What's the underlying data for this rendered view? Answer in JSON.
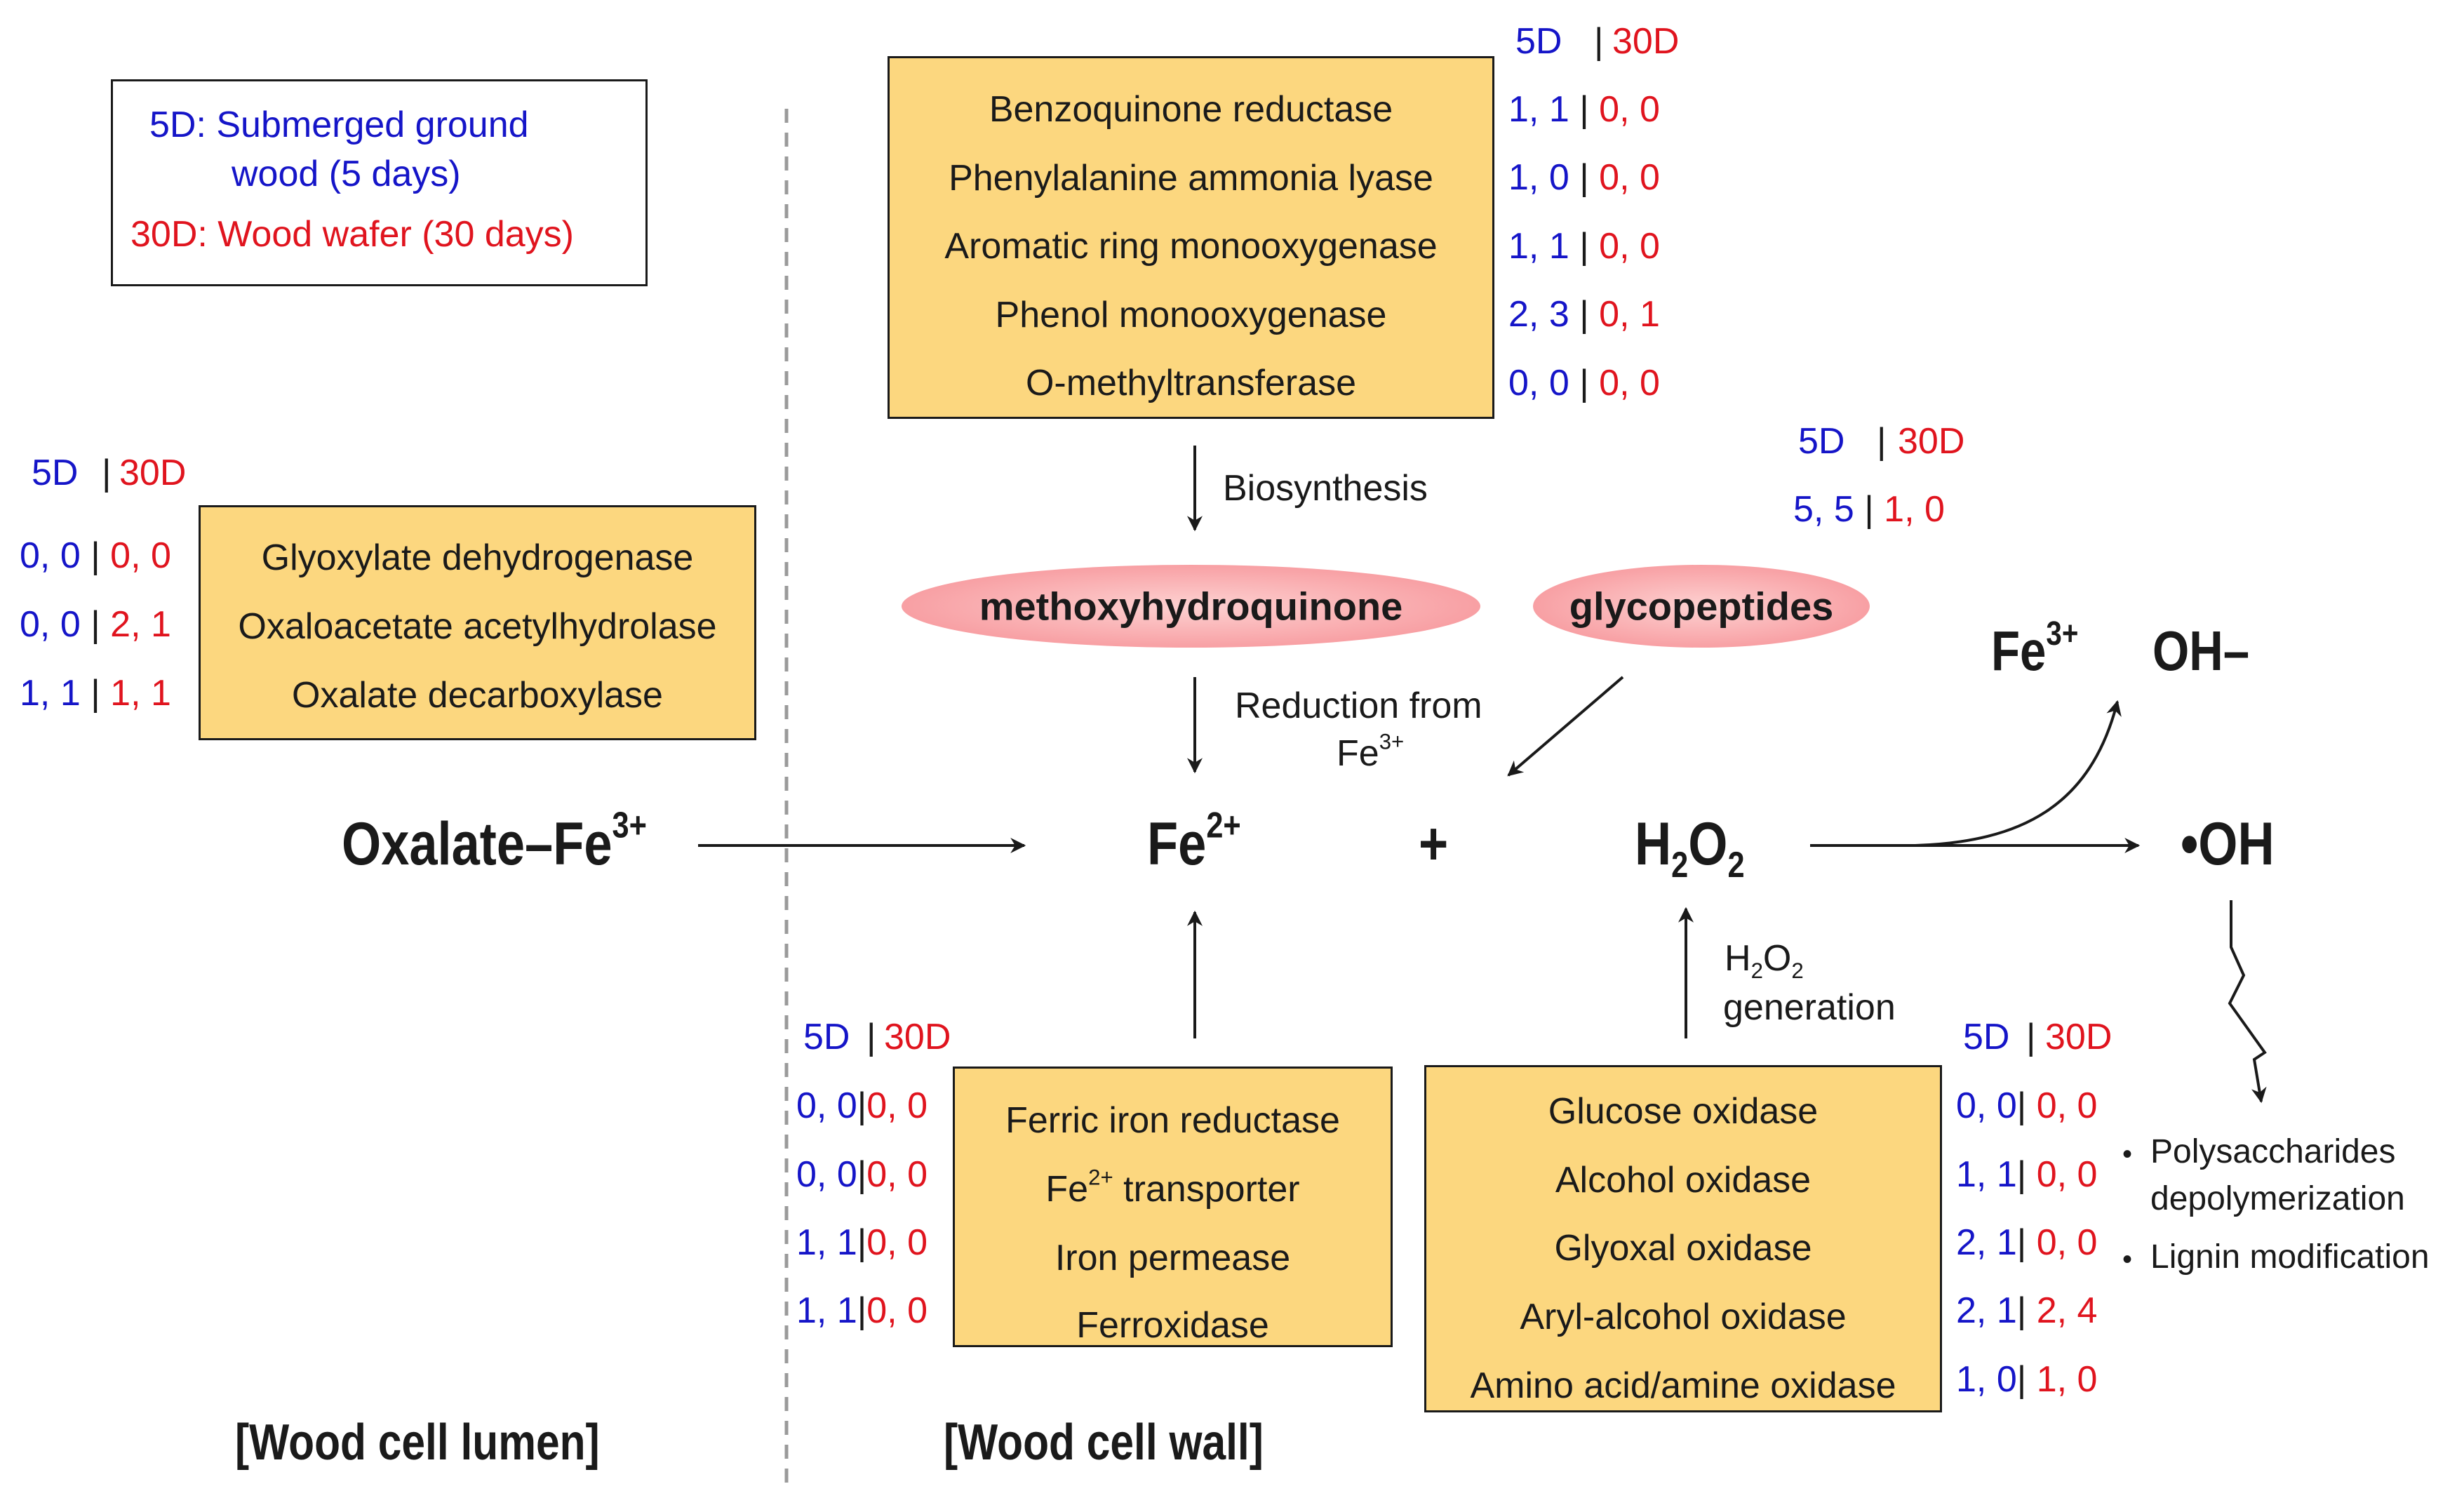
{
  "legend": {
    "line1": "5D: Submerged ground",
    "line2": "wood (5 days)",
    "line3": "30D: Wood wafer (30 days)"
  },
  "headers": {
    "d5": "5D",
    "d30": "30D",
    "sep": "|"
  },
  "colors": {
    "d5": "#1515c8",
    "d30": "#e0141e",
    "enzyme_box": "#fcd77f",
    "ellipse": "#f8a0a4"
  },
  "quinone_box": {
    "rows": [
      {
        "name": "Benzoquinone reductase",
        "d5": "1, 1",
        "d30": "0, 0"
      },
      {
        "name": "Phenylalanine ammonia lyase",
        "d5": "1, 0",
        "d30": "0, 0"
      },
      {
        "name": "Aromatic ring monooxygenase",
        "d5": "1, 1",
        "d30": "0, 0"
      },
      {
        "name": "Phenol monooxygenase",
        "d5": "2, 3",
        "d30": "0, 1"
      },
      {
        "name": "O-methyltransferase",
        "d5": "0, 0",
        "d30": "0, 0"
      }
    ]
  },
  "oxalate_box": {
    "rows": [
      {
        "name": "Glyoxylate dehydrogenase",
        "d5": "0, 0",
        "d30": "0, 0"
      },
      {
        "name": "Oxaloacetate acetylhydrolase",
        "d5": "0, 0",
        "d30": "2, 1"
      },
      {
        "name": "Oxalate decarboxylase",
        "d5": "1, 1",
        "d30": "1, 1"
      }
    ]
  },
  "iron_box": {
    "rows": [
      {
        "name": "Ferric iron reductase",
        "d5": "0, 0",
        "d30": "0, 0"
      },
      {
        "name_main": "Fe",
        "name_sup": "2+",
        "name_rest": " transporter",
        "d5": "0, 0",
        "d30": "0, 0"
      },
      {
        "name": "Iron permease",
        "d5": "1, 1",
        "d30": "0, 0"
      },
      {
        "name": "Ferroxidase",
        "d5": "1, 1",
        "d30": "0, 0"
      }
    ]
  },
  "h2o2_box": {
    "rows": [
      {
        "name": "Glucose oxidase",
        "d5": "0, 0",
        "d30": "0, 0"
      },
      {
        "name": "Alcohol oxidase",
        "d5": "1, 1",
        "d30": "0, 0"
      },
      {
        "name": "Glyoxal oxidase",
        "d5": "2, 1",
        "d30": "0, 0"
      },
      {
        "name": "Aryl-alcohol oxidase",
        "d5": "2, 1",
        "d30": "2, 4"
      },
      {
        "name": "Amino acid/amine oxidase",
        "d5": "1, 0",
        "d30": "1, 0"
      }
    ]
  },
  "glycopeptides_counts": {
    "d5": "5, 5",
    "d30": "1, 0"
  },
  "ellipses": {
    "methoxy": "methoxyhydroquinone",
    "glyco": "glycopeptides"
  },
  "labels": {
    "biosynthesis": "Biosynthesis",
    "reduction_line1": "Reduction from",
    "reduction_fe": "Fe",
    "reduction_fe_sup": "3+",
    "h2o2_gen_h": "H",
    "h2o2_gen_sub1": "2",
    "h2o2_gen_o": "O",
    "h2o2_gen_sub2": "2",
    "h2o2_gen_line2": "generation"
  },
  "species": {
    "oxalate": "Oxalate–Fe",
    "oxalate_sup": "3+",
    "fe2": "Fe",
    "fe2_sup": "2+",
    "plus": "+",
    "h2o2_h": "H",
    "h2o2_sub1": "2",
    "h2o2_o": "O",
    "h2o2_sub2": "2",
    "fe3": "Fe",
    "fe3_sup": "3+",
    "oh_minus": "OH–",
    "oh_radical": "•OH"
  },
  "outcomes": {
    "bullet": "•",
    "item1_line1": "Polysaccharides",
    "item1_line2": "depolymerization",
    "item2": "Lignin modification"
  },
  "regions": {
    "lumen": "[Wood cell lumen]",
    "wall": "[Wood cell wall]"
  }
}
